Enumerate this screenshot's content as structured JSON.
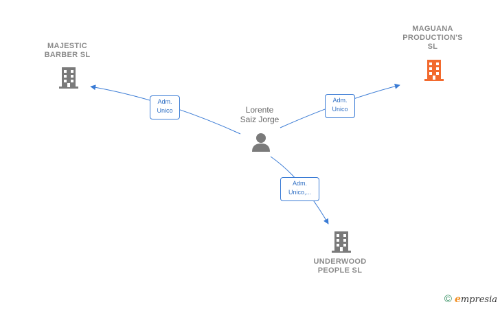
{
  "nodes": {
    "majestic": {
      "label_lines": [
        "MAJESTIC",
        "BARBER  SL"
      ],
      "color": "#7a7a7a"
    },
    "maguana": {
      "label_lines": [
        "MAGUANA",
        "PRODUCTION'S",
        "SL"
      ],
      "color": "#f26a2e"
    },
    "underwood": {
      "label_lines": [
        "UNDERWOOD",
        "PEOPLE  SL"
      ],
      "color": "#7a7a7a"
    },
    "person": {
      "label_lines": [
        "Lorente",
        "Saiz Jorge"
      ],
      "color": "#7a7a7a"
    }
  },
  "edges": {
    "to_majestic": {
      "label_lines": [
        "Adm.",
        "Unico"
      ]
    },
    "to_maguana": {
      "label_lines": [
        "Adm.",
        "Unico"
      ]
    },
    "to_underwood": {
      "label_lines": [
        "Adm.",
        "Unico,..."
      ]
    }
  },
  "colors": {
    "edge": "#3a7bd5",
    "label_text": "#8a8a8a"
  },
  "footer": {
    "copyright_symbol": "©",
    "brand_first": "e",
    "brand_rest": "mpresia"
  }
}
